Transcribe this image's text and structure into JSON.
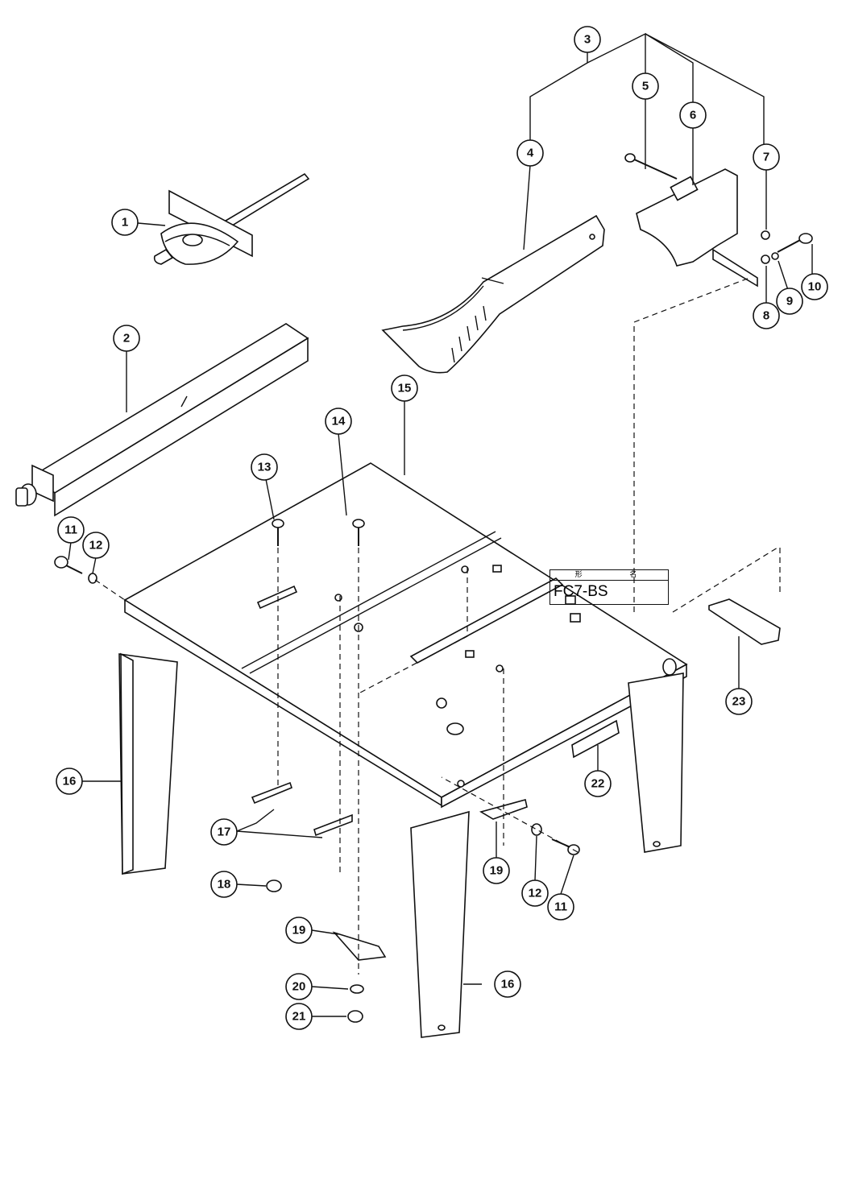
{
  "diagram": {
    "callouts": [
      {
        "id": "c1",
        "label": "1"
      },
      {
        "id": "c2",
        "label": "2"
      },
      {
        "id": "c3",
        "label": "3"
      },
      {
        "id": "c4",
        "label": "4"
      },
      {
        "id": "c5",
        "label": "5"
      },
      {
        "id": "c6",
        "label": "6"
      },
      {
        "id": "c7",
        "label": "7"
      },
      {
        "id": "c8",
        "label": "8"
      },
      {
        "id": "c9",
        "label": "9"
      },
      {
        "id": "c10",
        "label": "10"
      },
      {
        "id": "c11a",
        "label": "11"
      },
      {
        "id": "c12a",
        "label": "12"
      },
      {
        "id": "c13",
        "label": "13"
      },
      {
        "id": "c14",
        "label": "14"
      },
      {
        "id": "c15",
        "label": "15"
      },
      {
        "id": "c16a",
        "label": "16"
      },
      {
        "id": "c17",
        "label": "17"
      },
      {
        "id": "c18",
        "label": "18"
      },
      {
        "id": "c19a",
        "label": "19"
      },
      {
        "id": "c19b",
        "label": "19"
      },
      {
        "id": "c12b",
        "label": "12"
      },
      {
        "id": "c11b",
        "label": "11"
      },
      {
        "id": "c20",
        "label": "20"
      },
      {
        "id": "c21",
        "label": "21"
      },
      {
        "id": "c16b",
        "label": "16"
      },
      {
        "id": "c22",
        "label": "22"
      },
      {
        "id": "c23",
        "label": "23"
      }
    ]
  },
  "title_block": {
    "header": "形 名",
    "model": "FC7-BS"
  }
}
